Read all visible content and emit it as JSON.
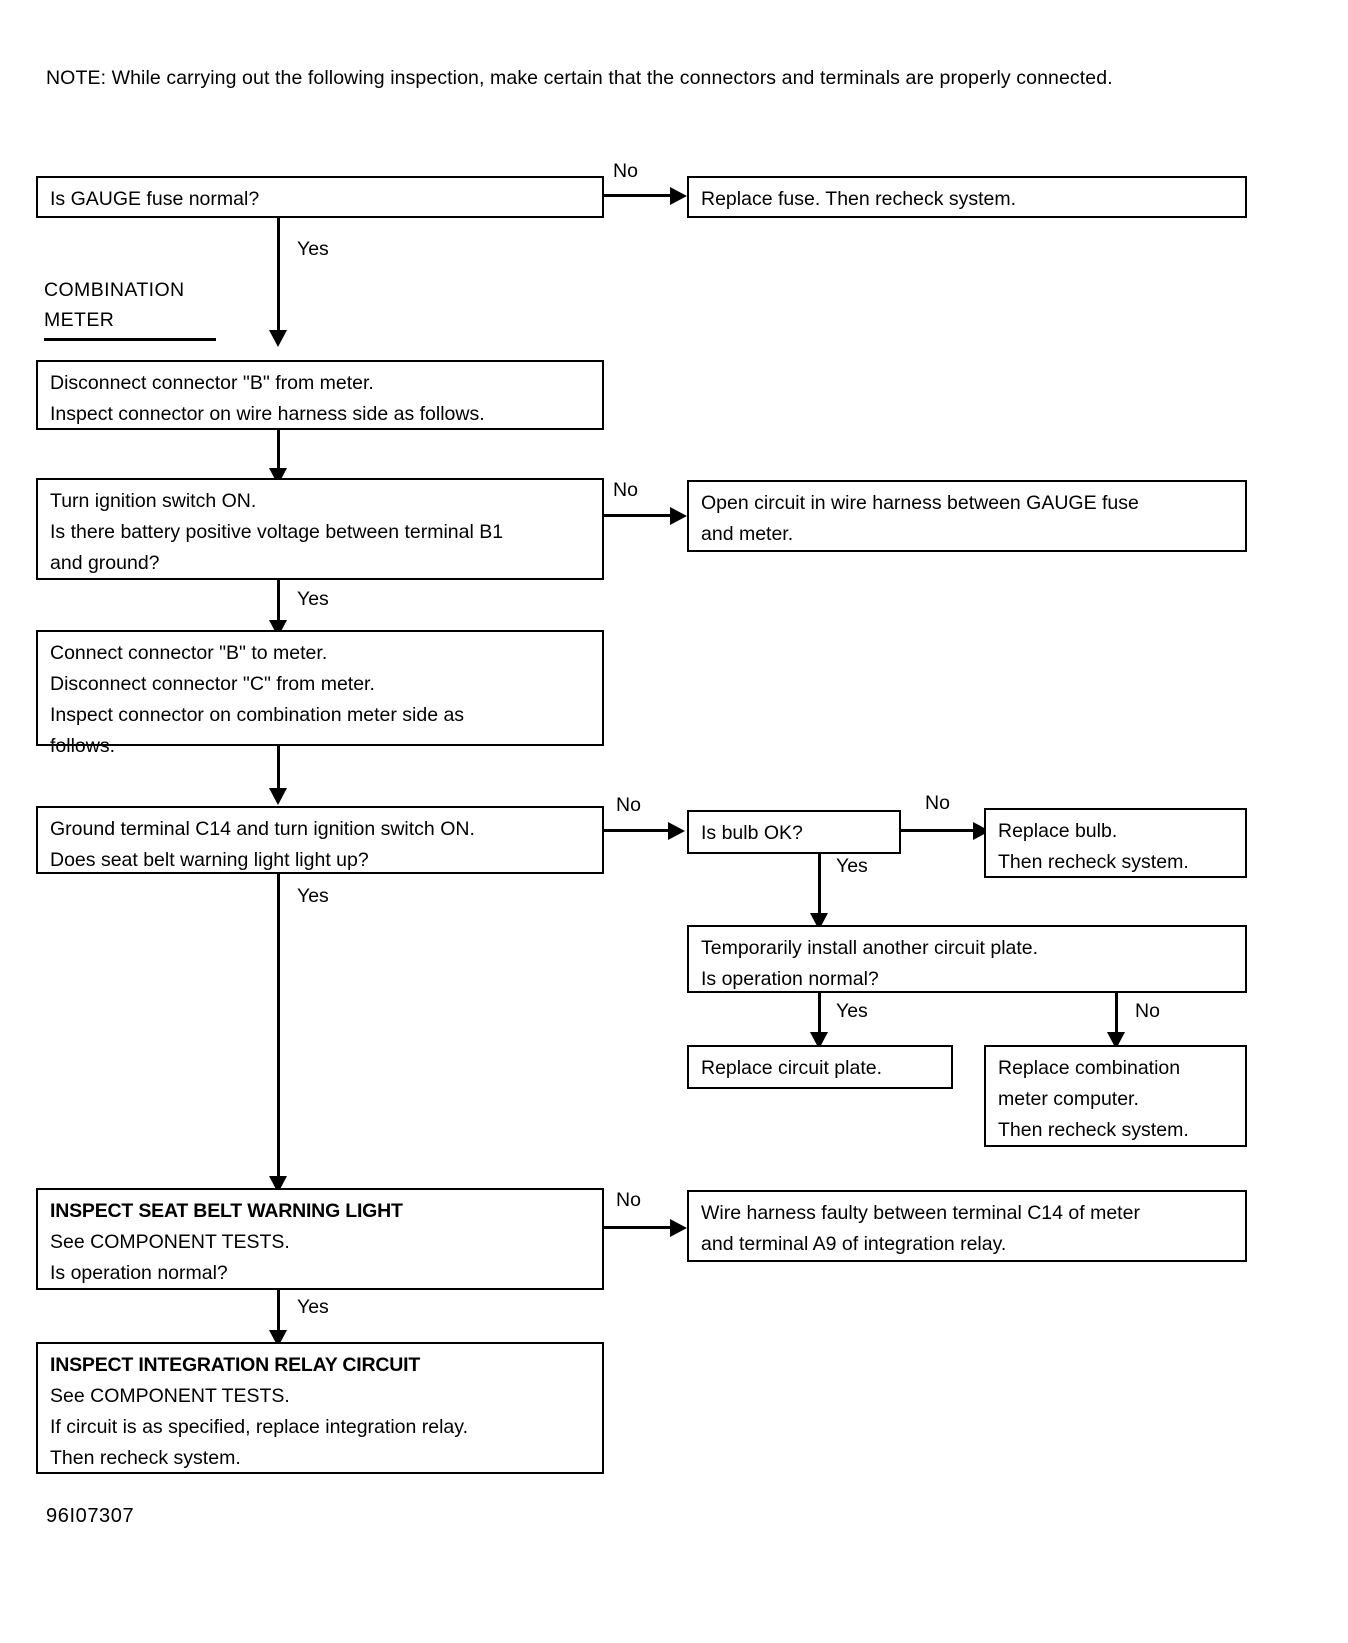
{
  "note": "NOTE:  While carrying out the following inspection, make certain that the connectors and terminals are properly connected.",
  "section_label": {
    "line1": "COMBINATION",
    "line2": "METER"
  },
  "labels": {
    "yes": "Yes",
    "no": "No"
  },
  "drawing_code": "96I07307",
  "nodes": {
    "gauge_fuse": {
      "line1": "Is GAUGE fuse normal?"
    },
    "replace_fuse": {
      "line1": "Replace fuse. Then recheck system."
    },
    "disconnect_b": {
      "line1": "Disconnect connector \"B\" from meter.",
      "line2": "Inspect connector on wire harness side as follows."
    },
    "ignition_b1": {
      "line1": "Turn ignition switch ON.",
      "line2": "Is there battery positive voltage between terminal B1",
      "line3": "and ground?"
    },
    "open_circuit": {
      "line1": "Open circuit in wire harness between GAUGE fuse",
      "line2": "and meter."
    },
    "connect_c": {
      "line1": "Connect connector \"B\" to meter.",
      "line2": "Disconnect connector \"C\" from meter.",
      "line3": "Inspect connector on combination meter side as",
      "line4": "follows."
    },
    "ground_c14": {
      "line1": "Ground terminal C14 and turn ignition switch ON.",
      "line2": "Does seat belt warning light light up?"
    },
    "bulb_ok": {
      "line1": "Is bulb OK?"
    },
    "replace_bulb": {
      "line1": "Replace bulb.",
      "line2": "Then recheck system."
    },
    "circuit_plate": {
      "line1": "Temporarily install another circuit plate.",
      "line2": "Is operation normal?"
    },
    "replace_circuit_plate": {
      "line1": "Replace circuit plate."
    },
    "replace_meter_computer": {
      "line1": "Replace combination",
      "line2": "meter computer.",
      "line3": "Then recheck system."
    },
    "inspect_seat_belt": {
      "line1": "INSPECT SEAT BELT WARNING LIGHT",
      "line2": "See COMPONENT TESTS.",
      "line3": "Is operation normal?"
    },
    "wire_harness_faulty": {
      "line1": "Wire harness faulty between terminal C14 of meter",
      "line2": "and terminal A9 of integration relay."
    },
    "inspect_integration_relay": {
      "line1": "INSPECT INTEGRATION RELAY CIRCUIT",
      "line2": "See COMPONENT TESTS.",
      "line3": "If circuit is as specified, replace integration relay.",
      "line4": "Then recheck system."
    }
  }
}
